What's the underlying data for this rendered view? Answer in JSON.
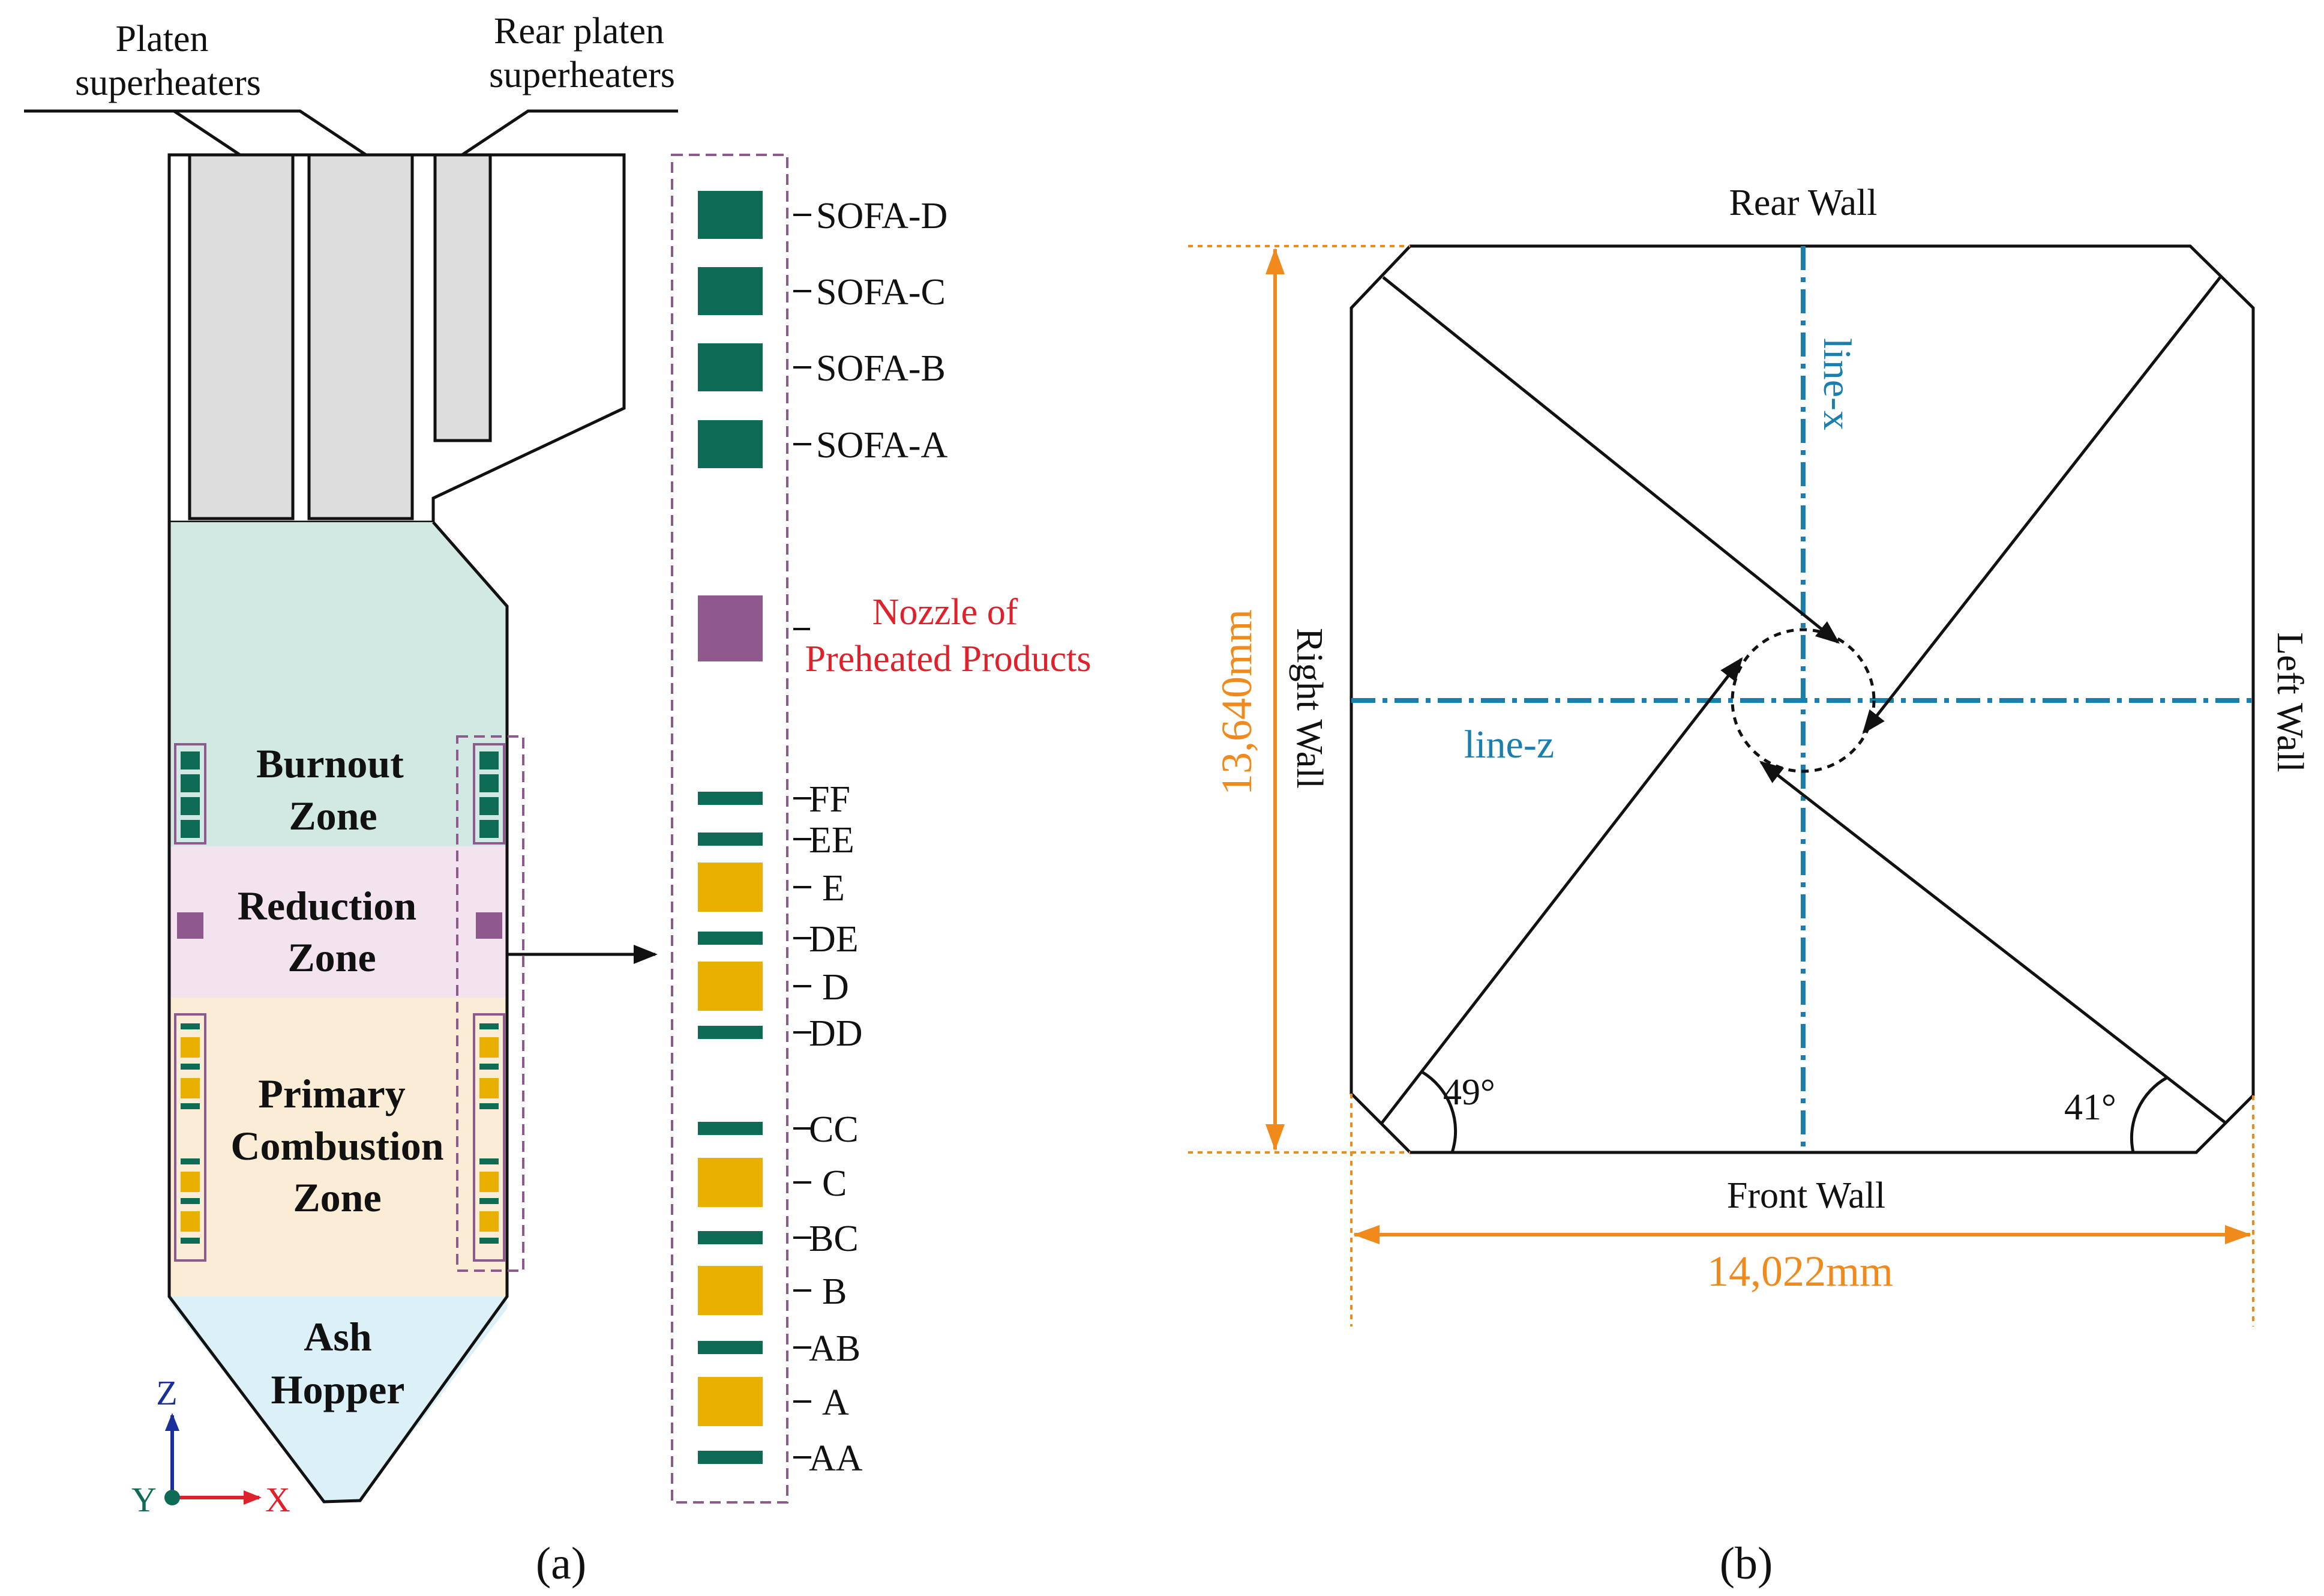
{
  "panel_a": {
    "caption": "(a)",
    "callouts": {
      "platen": [
        "Platen",
        "superheaters"
      ],
      "rear_platen": [
        "Rear platen",
        "superheaters"
      ]
    },
    "zones": {
      "burnout": [
        "Burnout",
        "Zone"
      ],
      "reduction": [
        "Reduction",
        "Zone"
      ],
      "primary": [
        "Primary",
        "Combustion",
        "Zone"
      ],
      "ash": [
        "Ash",
        "Hopper"
      ]
    },
    "axes": {
      "z": "Z",
      "y": "Y",
      "x": "X"
    },
    "nozzle_preheated": [
      "Nozzle of",
      "Preheated Products"
    ],
    "nozzles": [
      {
        "label": "SOFA-D",
        "type": "sofa"
      },
      {
        "label": "SOFA-C",
        "type": "sofa"
      },
      {
        "label": "SOFA-B",
        "type": "sofa"
      },
      {
        "label": "SOFA-A",
        "type": "sofa"
      },
      {
        "label": "FF",
        "type": "air"
      },
      {
        "label": "EE",
        "type": "air"
      },
      {
        "label": "E",
        "type": "coal"
      },
      {
        "label": "DE",
        "type": "air"
      },
      {
        "label": "D",
        "type": "coal"
      },
      {
        "label": "DD",
        "type": "air"
      },
      {
        "label": "CC",
        "type": "air"
      },
      {
        "label": "C",
        "type": "coal"
      },
      {
        "label": "BC",
        "type": "air"
      },
      {
        "label": "B",
        "type": "coal"
      },
      {
        "label": "AB",
        "type": "air"
      },
      {
        "label": "A",
        "type": "coal"
      },
      {
        "label": "AA",
        "type": "air"
      }
    ],
    "colors": {
      "air": "#0e6b56",
      "coal": "#eab000",
      "preheated": "#8e5a8e",
      "burnout_zone": "#d2e8e2",
      "reduction_zone": "#f3e3ef",
      "primary_zone": "#fbecd6",
      "ash_zone": "#dcf0f8",
      "superheater": "#dddddd",
      "nozzle_label_red": "#e0202a"
    }
  },
  "panel_b": {
    "caption": "(b)",
    "walls": {
      "rear": "Rear Wall",
      "front": "Front Wall",
      "right": "Right Wall",
      "left": "Left Wall"
    },
    "line_x": "line-x",
    "line_z": "line-z",
    "angle_left": "49°",
    "angle_right": "41°",
    "dim_height": "13,640mm",
    "dim_width": "14,022mm",
    "colors": {
      "dimension": "#f08a1c",
      "centerline": "#1a7fae"
    }
  }
}
